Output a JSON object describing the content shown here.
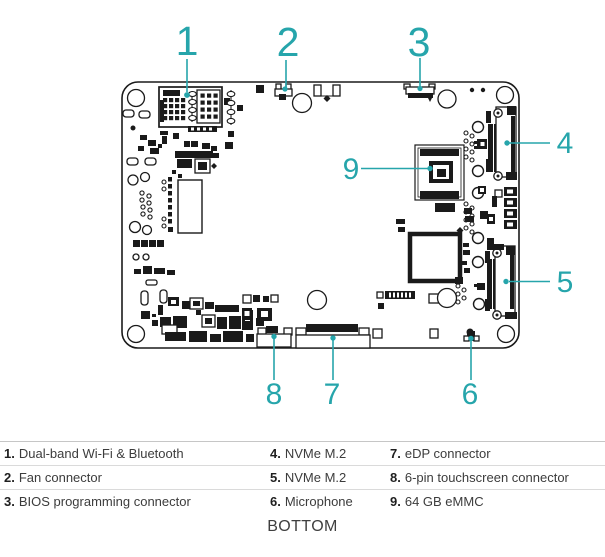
{
  "view": {
    "label": "BOTTOM"
  },
  "callouts": [
    "1",
    "2",
    "3",
    "4",
    "5",
    "6",
    "7",
    "8",
    "9"
  ],
  "legend": {
    "rows": [
      [
        {
          "num": "1.",
          "label": "Dual-band Wi-Fi & Bluetooth"
        },
        {
          "num": "4.",
          "label": "NVMe M.2"
        },
        {
          "num": "7.",
          "label": "eDP connector"
        }
      ],
      [
        {
          "num": "2.",
          "label": "Fan connector"
        },
        {
          "num": "5.",
          "label": "NVMe M.2"
        },
        {
          "num": "8.",
          "label": "6-pin touchscreen connector"
        }
      ],
      [
        {
          "num": "3.",
          "label": "BIOS programming connector"
        },
        {
          "num": "6.",
          "label": "Microphone"
        },
        {
          "num": "9.",
          "label": "64 GB eMMC"
        }
      ]
    ]
  },
  "colors": {
    "accent_teal": "#26a5ab",
    "board_ink": "#1a1a1a",
    "legend_number": "#1f1f1f",
    "legend_label": "#3c3c3c",
    "divider": "#dadada",
    "background": "#ffffff"
  }
}
